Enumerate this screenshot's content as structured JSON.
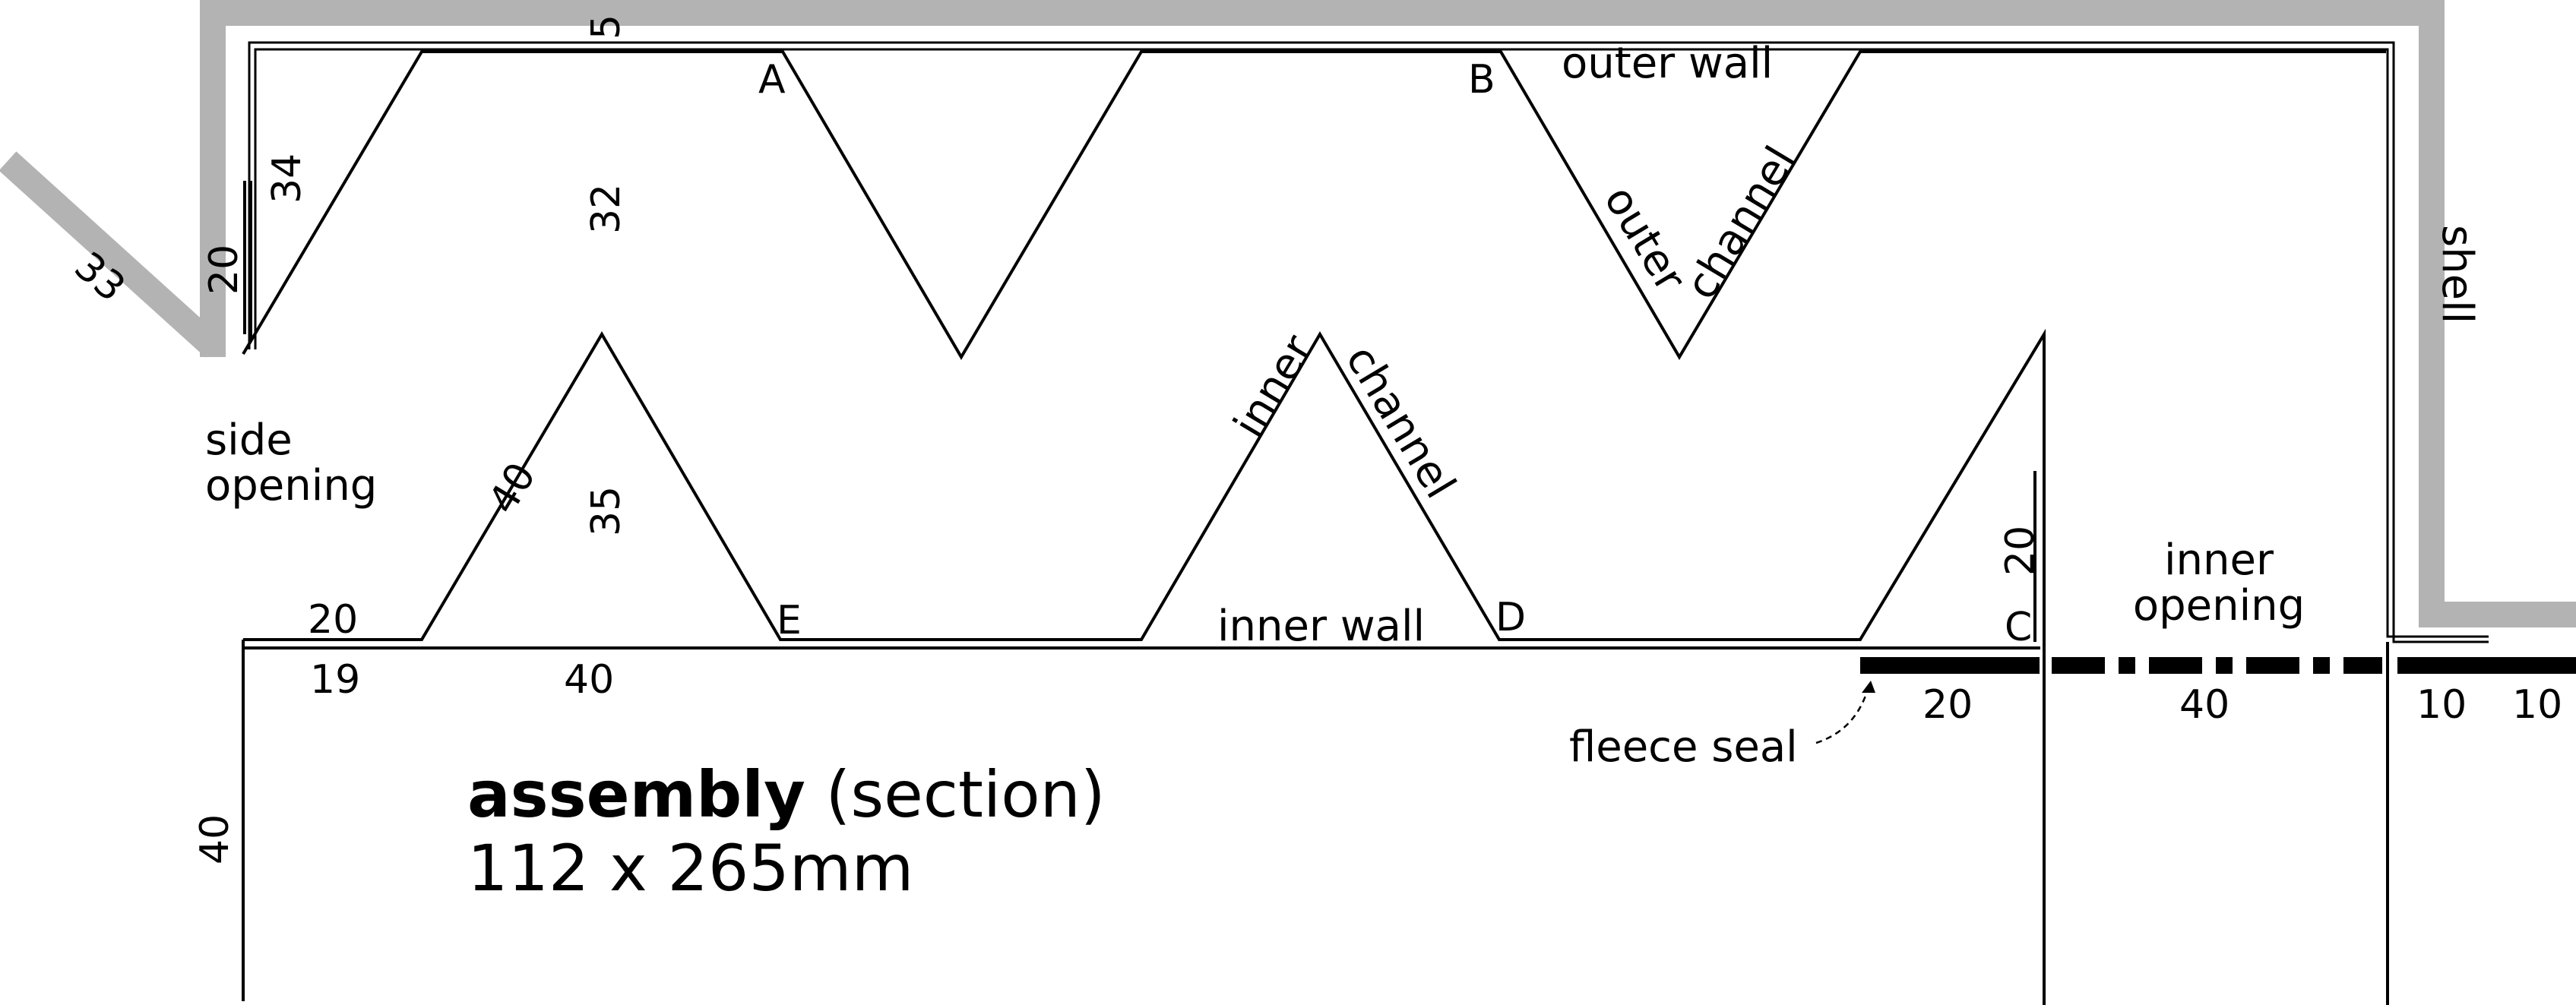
{
  "title": {
    "bold": "assembly",
    "rest": " (section)",
    "size": "112 x 265mm"
  },
  "labels": {
    "outer_wall": "outer wall",
    "inner_wall": "inner wall",
    "shell": "shell",
    "side_opening_1": "side",
    "side_opening_2": "opening",
    "inner_opening_1": "inner",
    "inner_opening_2": "opening",
    "fleece_seal": "fleece seal",
    "outer": "outer",
    "channel_outer": "channel",
    "inner": "inner",
    "channel_inner": "channel"
  },
  "points": {
    "A": "A",
    "B": "B",
    "C": "C",
    "D": "D",
    "E": "E"
  },
  "dimensions": {
    "top_5": "5",
    "side_34": "34",
    "height_32": "32",
    "left_20": "20",
    "diag_33": "33",
    "slope_40": "40",
    "height_35": "35",
    "ledge_20": "20",
    "ledge_19": "19",
    "base_40": "40",
    "left_40": "40",
    "right_20_vertical": "20",
    "seal_20": "20",
    "opening_40": "40",
    "end_10a": "10",
    "end_10b": "10"
  },
  "colors": {
    "line": "#000000",
    "shell": "#b3b3b3",
    "background": "#ffffff"
  }
}
